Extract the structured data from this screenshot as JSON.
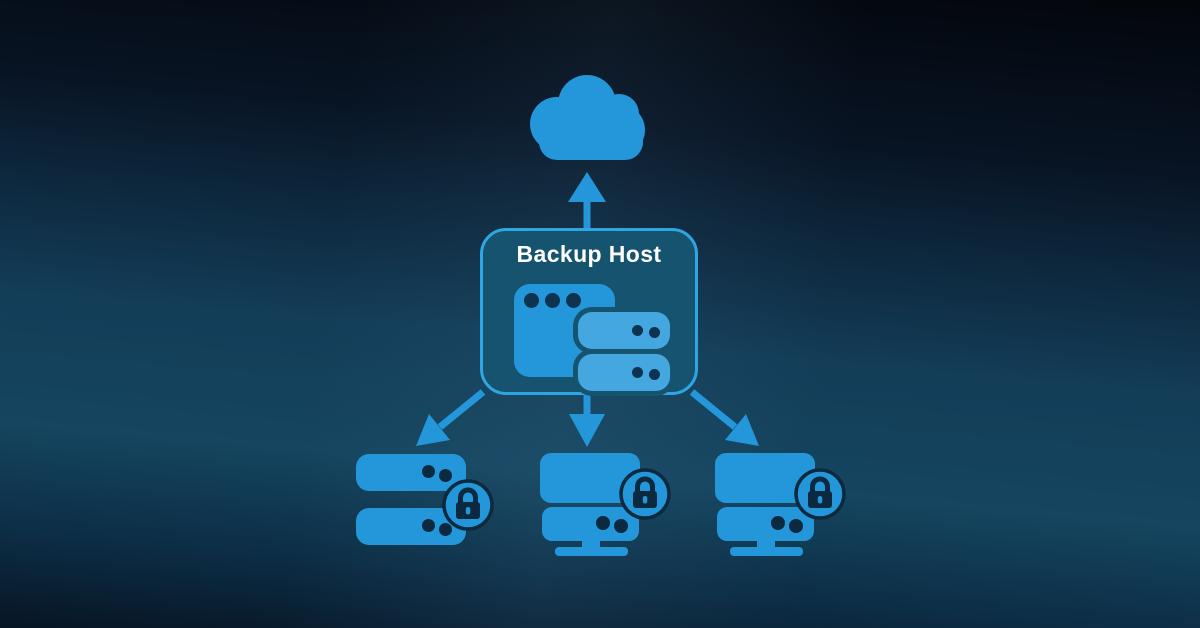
{
  "colors": {
    "icon_primary": "#2397da",
    "icon_secondary": "#44a7e0",
    "icon_dark": "#0d3350",
    "machine_dark": "#0b2a40",
    "node_border": "#2fa6e4",
    "node_fill": "#16536f",
    "label_text": "#ffffff",
    "bg_top": "#03060b",
    "bg_mid": "#133d58",
    "bg_bottom": "#071524"
  },
  "diagram": {
    "type": "backup-topology-illustration",
    "nodes": {
      "cloud": {
        "icon": "cloud-icon"
      },
      "backup_host": {
        "label": "Backup Host",
        "icon": "host-window-with-servers-icon"
      },
      "targets": [
        {
          "id": "server-stack",
          "icon": "server-stack-icon",
          "badge": "lock-icon"
        },
        {
          "id": "desktop-1",
          "icon": "desktop-computer-icon",
          "badge": "lock-icon"
        },
        {
          "id": "desktop-2",
          "icon": "desktop-computer-icon",
          "badge": "lock-icon"
        }
      ]
    },
    "edges": [
      {
        "from": "backup_host",
        "to": "cloud",
        "style": "arrow-up"
      },
      {
        "from": "backup_host",
        "to": "server-stack",
        "style": "arrow-down-left"
      },
      {
        "from": "backup_host",
        "to": "desktop-1",
        "style": "arrow-down"
      },
      {
        "from": "backup_host",
        "to": "desktop-2",
        "style": "arrow-down-right"
      }
    ]
  }
}
